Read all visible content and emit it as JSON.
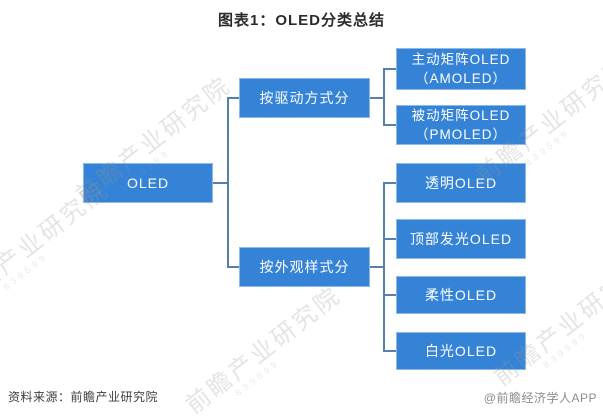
{
  "title": "图表1：OLED分类总结",
  "tree": {
    "root": {
      "label": "OLED"
    },
    "branches": [
      {
        "label": "按驱动方式分",
        "children": [
          {
            "line1": "主动矩阵OLED",
            "line2": "（AMOLED）"
          },
          {
            "line1": "被动矩阵OLED",
            "line2": "（PMOLED）"
          }
        ]
      },
      {
        "label": "按外观样式分",
        "children": [
          {
            "line1": "透明OLED"
          },
          {
            "line1": "顶部发光OLED"
          },
          {
            "line1": "柔性OLED"
          },
          {
            "line1": "白光OLED"
          }
        ]
      }
    ]
  },
  "footer": {
    "source": "资料来源：前瞻产业研究院",
    "credit": "@前瞻经济学人APP"
  },
  "watermark": {
    "text": "前瞻产业研究院",
    "subtext": "839599"
  },
  "colors": {
    "node_blue": "#3583d6",
    "node_border": "#8db9e6",
    "connector": "#5580ab",
    "title_text": "#2b2b2b",
    "source_text": "#404040",
    "credit_text": "#8c8c8c",
    "watermark_gray": "#d9d9d9"
  }
}
